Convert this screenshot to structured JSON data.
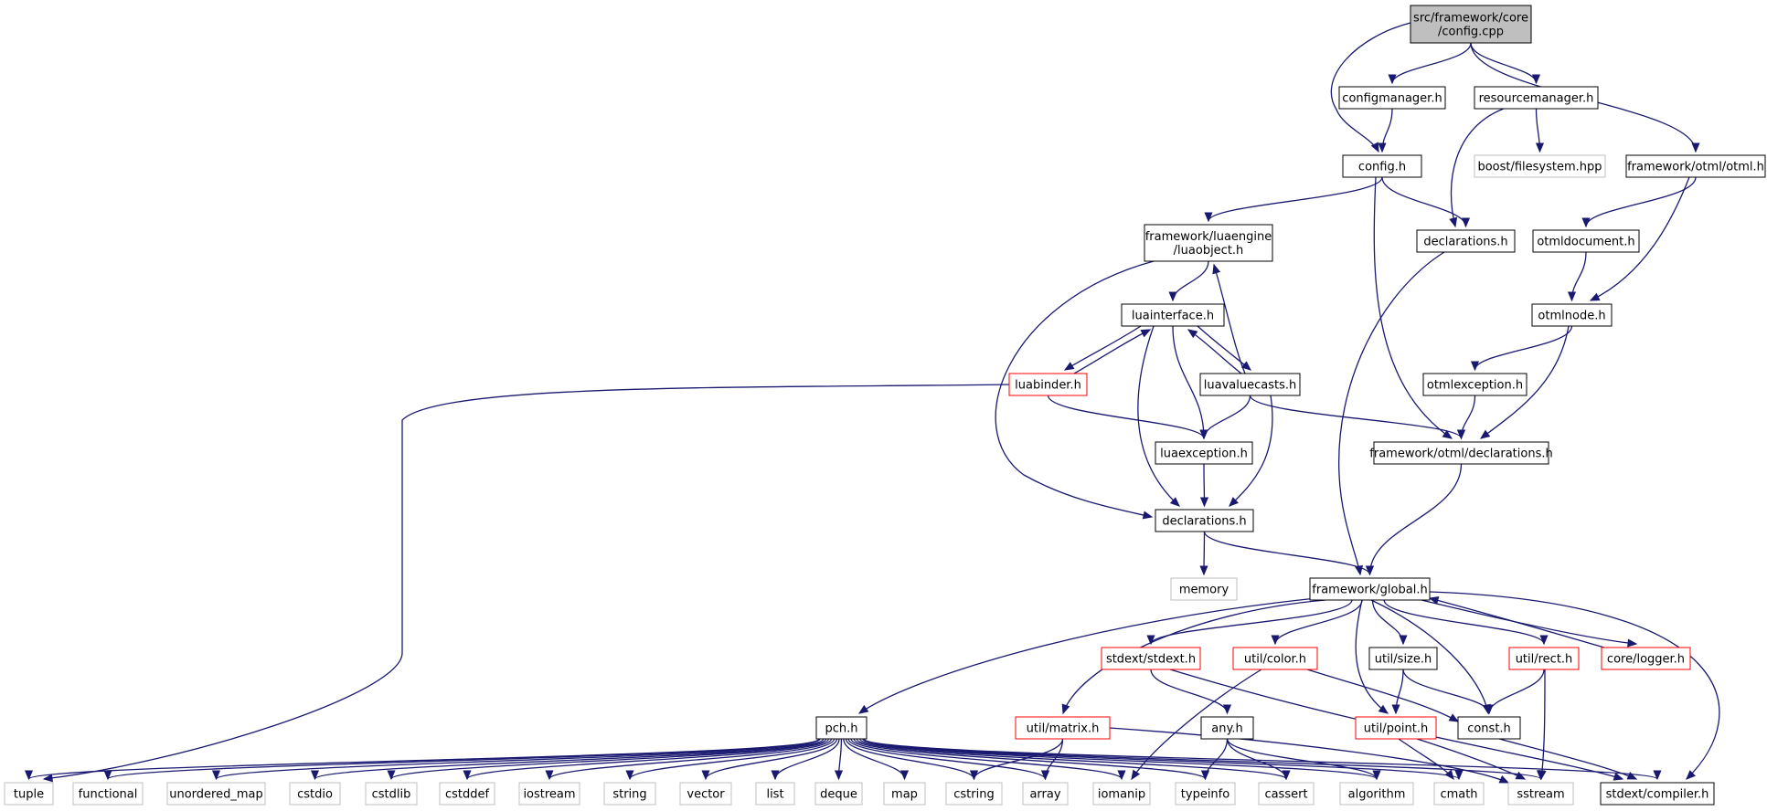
{
  "diagram": {
    "colors": {
      "edge": "#191970",
      "border_normal": "#000000",
      "border_truncated": "#ff0000",
      "border_external": "#bfbfbf",
      "root_fill": "#bfbfbf",
      "node_fill": "#ffffff",
      "text": "#000000"
    },
    "nodes": [
      {
        "id": "config_cpp",
        "lines": [
          "src/framework/core",
          "/config.cpp"
        ],
        "kind": "root"
      },
      {
        "id": "configmanager_h",
        "lines": [
          "configmanager.h"
        ],
        "kind": "normal"
      },
      {
        "id": "resourcemanager_h",
        "lines": [
          "resourcemanager.h"
        ],
        "kind": "normal"
      },
      {
        "id": "config_h",
        "lines": [
          "config.h"
        ],
        "kind": "normal"
      },
      {
        "id": "boost_filesystem_hpp",
        "lines": [
          "boost/filesystem.hpp"
        ],
        "kind": "external"
      },
      {
        "id": "otml_h",
        "lines": [
          "framework/otml/otml.h"
        ],
        "kind": "normal"
      },
      {
        "id": "luaobject_h",
        "lines": [
          "framework/luaengine",
          "/luaobject.h"
        ],
        "kind": "normal"
      },
      {
        "id": "declarations_core",
        "lines": [
          "declarations.h"
        ],
        "kind": "normal"
      },
      {
        "id": "otmldocument_h",
        "lines": [
          "otmldocument.h"
        ],
        "kind": "normal"
      },
      {
        "id": "luainterface_h",
        "lines": [
          "luainterface.h"
        ],
        "kind": "normal"
      },
      {
        "id": "otmlnode_h",
        "lines": [
          "otmlnode.h"
        ],
        "kind": "normal"
      },
      {
        "id": "luabinder_h",
        "lines": [
          "luabinder.h"
        ],
        "kind": "truncated"
      },
      {
        "id": "luavaluecasts_h",
        "lines": [
          "luavaluecasts.h"
        ],
        "kind": "normal"
      },
      {
        "id": "otmlexception_h",
        "lines": [
          "otmlexception.h"
        ],
        "kind": "normal"
      },
      {
        "id": "luaexception_h",
        "lines": [
          "luaexception.h"
        ],
        "kind": "normal"
      },
      {
        "id": "otml_declarations_h",
        "lines": [
          "framework/otml/declarations.h"
        ],
        "kind": "normal"
      },
      {
        "id": "declarations_lua",
        "lines": [
          "declarations.h"
        ],
        "kind": "normal"
      },
      {
        "id": "memory",
        "lines": [
          "memory"
        ],
        "kind": "external"
      },
      {
        "id": "global_h",
        "lines": [
          "framework/global.h"
        ],
        "kind": "normal"
      },
      {
        "id": "stdext_h",
        "lines": [
          "stdext/stdext.h"
        ],
        "kind": "truncated"
      },
      {
        "id": "color_h",
        "lines": [
          "util/color.h"
        ],
        "kind": "truncated"
      },
      {
        "id": "size_h",
        "lines": [
          "util/size.h"
        ],
        "kind": "normal"
      },
      {
        "id": "rect_h",
        "lines": [
          "util/rect.h"
        ],
        "kind": "truncated"
      },
      {
        "id": "logger_h",
        "lines": [
          "core/logger.h"
        ],
        "kind": "truncated"
      },
      {
        "id": "pch_h",
        "lines": [
          "pch.h"
        ],
        "kind": "normal"
      },
      {
        "id": "matrix_h",
        "lines": [
          "util/matrix.h"
        ],
        "kind": "truncated"
      },
      {
        "id": "any_h",
        "lines": [
          "any.h"
        ],
        "kind": "normal"
      },
      {
        "id": "point_h",
        "lines": [
          "util/point.h"
        ],
        "kind": "truncated"
      },
      {
        "id": "const_h",
        "lines": [
          "const.h"
        ],
        "kind": "normal"
      },
      {
        "id": "tuple",
        "lines": [
          "tuple"
        ],
        "kind": "external"
      },
      {
        "id": "functional",
        "lines": [
          "functional"
        ],
        "kind": "external"
      },
      {
        "id": "unordered_map",
        "lines": [
          "unordered_map"
        ],
        "kind": "external"
      },
      {
        "id": "cstdio",
        "lines": [
          "cstdio"
        ],
        "kind": "external"
      },
      {
        "id": "cstdlib",
        "lines": [
          "cstdlib"
        ],
        "kind": "external"
      },
      {
        "id": "cstddef",
        "lines": [
          "cstddef"
        ],
        "kind": "external"
      },
      {
        "id": "iostream",
        "lines": [
          "iostream"
        ],
        "kind": "external"
      },
      {
        "id": "string",
        "lines": [
          "string"
        ],
        "kind": "external"
      },
      {
        "id": "vector",
        "lines": [
          "vector"
        ],
        "kind": "external"
      },
      {
        "id": "list",
        "lines": [
          "list"
        ],
        "kind": "external"
      },
      {
        "id": "deque",
        "lines": [
          "deque"
        ],
        "kind": "external"
      },
      {
        "id": "map",
        "lines": [
          "map"
        ],
        "kind": "external"
      },
      {
        "id": "cstring",
        "lines": [
          "cstring"
        ],
        "kind": "external"
      },
      {
        "id": "array",
        "lines": [
          "array"
        ],
        "kind": "external"
      },
      {
        "id": "iomanip",
        "lines": [
          "iomanip"
        ],
        "kind": "external"
      },
      {
        "id": "typeinfo",
        "lines": [
          "typeinfo"
        ],
        "kind": "external"
      },
      {
        "id": "cassert",
        "lines": [
          "cassert"
        ],
        "kind": "external"
      },
      {
        "id": "algorithm",
        "lines": [
          "algorithm"
        ],
        "kind": "external"
      },
      {
        "id": "cmath",
        "lines": [
          "cmath"
        ],
        "kind": "external"
      },
      {
        "id": "sstream",
        "lines": [
          "sstream"
        ],
        "kind": "external"
      },
      {
        "id": "compiler_h",
        "lines": [
          "stdext/compiler.h"
        ],
        "kind": "normal"
      }
    ],
    "edges": [
      {
        "from": "config_cpp",
        "to": "configmanager_h"
      },
      {
        "from": "config_cpp",
        "to": "resourcemanager_h"
      },
      {
        "from": "config_cpp",
        "to": "config_h"
      },
      {
        "from": "config_cpp",
        "to": "otml_h"
      },
      {
        "from": "configmanager_h",
        "to": "config_h"
      },
      {
        "from": "resourcemanager_h",
        "to": "boost_filesystem_hpp"
      },
      {
        "from": "resourcemanager_h",
        "to": "declarations_core"
      },
      {
        "from": "config_h",
        "to": "luaobject_h"
      },
      {
        "from": "config_h",
        "to": "declarations_core"
      },
      {
        "from": "config_h",
        "to": "otml_declarations_h"
      },
      {
        "from": "otml_h",
        "to": "otmldocument_h"
      },
      {
        "from": "otml_h",
        "to": "otmlnode_h"
      },
      {
        "from": "otmldocument_h",
        "to": "otmlnode_h"
      },
      {
        "from": "otmlnode_h",
        "to": "otmlexception_h"
      },
      {
        "from": "otmlnode_h",
        "to": "otml_declarations_h"
      },
      {
        "from": "otmlexception_h",
        "to": "otml_declarations_h"
      },
      {
        "from": "otml_declarations_h",
        "to": "global_h"
      },
      {
        "from": "declarations_core",
        "to": "global_h"
      },
      {
        "from": "luaobject_h",
        "to": "luainterface_h"
      },
      {
        "from": "luaobject_h",
        "to": "declarations_lua"
      },
      {
        "from": "luainterface_h",
        "to": "luabinder_h"
      },
      {
        "from": "luainterface_h",
        "to": "luavaluecasts_h"
      },
      {
        "from": "luainterface_h",
        "to": "luaexception_h"
      },
      {
        "from": "luainterface_h",
        "to": "declarations_lua"
      },
      {
        "from": "luabinder_h",
        "to": "luainterface_h"
      },
      {
        "from": "luabinder_h",
        "to": "luaexception_h"
      },
      {
        "from": "luabinder_h",
        "to": "tuple"
      },
      {
        "from": "luavaluecasts_h",
        "to": "luainterface_h"
      },
      {
        "from": "luavaluecasts_h",
        "to": "luaobject_h"
      },
      {
        "from": "luavaluecasts_h",
        "to": "luaexception_h"
      },
      {
        "from": "luavaluecasts_h",
        "to": "declarations_lua"
      },
      {
        "from": "luavaluecasts_h",
        "to": "otml_declarations_h"
      },
      {
        "from": "luaexception_h",
        "to": "declarations_lua"
      },
      {
        "from": "declarations_lua",
        "to": "memory"
      },
      {
        "from": "declarations_lua",
        "to": "global_h"
      },
      {
        "from": "global_h",
        "to": "stdext_h"
      },
      {
        "from": "global_h",
        "to": "color_h"
      },
      {
        "from": "global_h",
        "to": "size_h"
      },
      {
        "from": "global_h",
        "to": "rect_h"
      },
      {
        "from": "global_h",
        "to": "logger_h"
      },
      {
        "from": "global_h",
        "to": "pch_h"
      },
      {
        "from": "global_h",
        "to": "matrix_h"
      },
      {
        "from": "global_h",
        "to": "point_h"
      },
      {
        "from": "global_h",
        "to": "const_h"
      },
      {
        "from": "global_h",
        "to": "compiler_h"
      },
      {
        "from": "logger_h",
        "to": "global_h"
      },
      {
        "from": "stdext_h",
        "to": "any_h"
      },
      {
        "from": "stdext_h",
        "to": "compiler_h"
      },
      {
        "from": "color_h",
        "to": "const_h"
      },
      {
        "from": "color_h",
        "to": "iomanip"
      },
      {
        "from": "size_h",
        "to": "point_h"
      },
      {
        "from": "size_h",
        "to": "const_h"
      },
      {
        "from": "rect_h",
        "to": "const_h"
      },
      {
        "from": "rect_h",
        "to": "sstream"
      },
      {
        "from": "point_h",
        "to": "cmath"
      },
      {
        "from": "point_h",
        "to": "sstream"
      },
      {
        "from": "const_h",
        "to": "compiler_h"
      },
      {
        "from": "matrix_h",
        "to": "cstring"
      },
      {
        "from": "matrix_h",
        "to": "array"
      },
      {
        "from": "matrix_h",
        "to": "sstream"
      },
      {
        "from": "any_h",
        "to": "typeinfo"
      },
      {
        "from": "any_h",
        "to": "cassert"
      },
      {
        "from": "any_h",
        "to": "algorithm"
      },
      {
        "from": "pch_h",
        "to": "tuple"
      },
      {
        "from": "pch_h",
        "to": "functional"
      },
      {
        "from": "pch_h",
        "to": "unordered_map"
      },
      {
        "from": "pch_h",
        "to": "cstdio"
      },
      {
        "from": "pch_h",
        "to": "cstdlib"
      },
      {
        "from": "pch_h",
        "to": "cstddef"
      },
      {
        "from": "pch_h",
        "to": "iostream"
      },
      {
        "from": "pch_h",
        "to": "string"
      },
      {
        "from": "pch_h",
        "to": "vector"
      },
      {
        "from": "pch_h",
        "to": "list"
      },
      {
        "from": "pch_h",
        "to": "deque"
      },
      {
        "from": "pch_h",
        "to": "map"
      },
      {
        "from": "pch_h",
        "to": "cstring"
      },
      {
        "from": "pch_h",
        "to": "array"
      },
      {
        "from": "pch_h",
        "to": "iomanip"
      },
      {
        "from": "pch_h",
        "to": "typeinfo"
      },
      {
        "from": "pch_h",
        "to": "cassert"
      },
      {
        "from": "pch_h",
        "to": "algorithm"
      },
      {
        "from": "pch_h",
        "to": "cmath"
      },
      {
        "from": "pch_h",
        "to": "sstream"
      },
      {
        "from": "pch_h",
        "to": "compiler_h"
      }
    ]
  }
}
